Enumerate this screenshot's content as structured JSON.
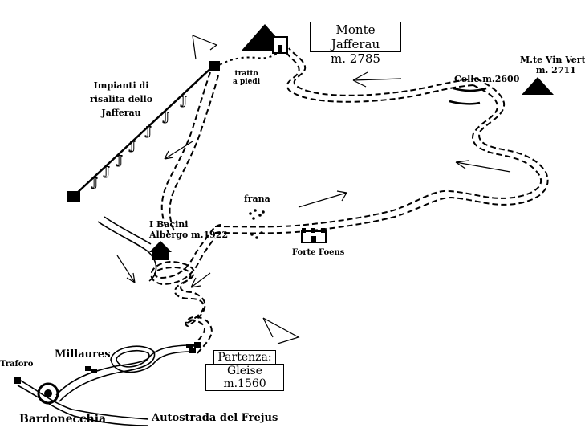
{
  "labels": {
    "monte_jafferau": {
      "name": "Monte Jafferau",
      "alt": "m. 2785"
    },
    "mte_vin_vert": {
      "name": "M.te Vin Vert",
      "alt": "m. 2711"
    },
    "impianti": [
      "Impianti di",
      "risalita dello",
      "Jafferau"
    ],
    "tratto": [
      "tratto",
      "a piedi"
    ],
    "colle": "Colle m.2600",
    "frana": "frana",
    "bacini": [
      "I Bacini",
      "Albergo m.1922"
    ],
    "forte_foens": "Forte Foens",
    "partenza": {
      "title": "Partenza:",
      "place": "Gleise m.1560"
    },
    "millaures": "Millaures",
    "traforo": "Traforo",
    "bardonecchia": "Bardonecchia",
    "autostrada": "Autostrada del Frejus"
  },
  "colors": {
    "ink": "#000000",
    "background": "#ffffff"
  },
  "icons": [
    "mountain-icon",
    "fort-icon",
    "hotel-icon",
    "village-icon",
    "lift-station-icon",
    "direction-arrow-icon",
    "landslide-icon"
  ]
}
